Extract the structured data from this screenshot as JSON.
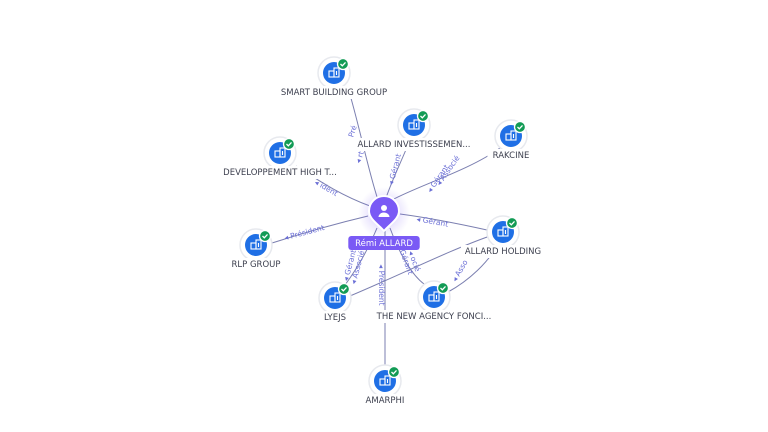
{
  "person": {
    "name": "Rémi ALLARD",
    "icon": "person-icon"
  },
  "colors": {
    "accent": "#7a5af5",
    "company": "#1f6fe5",
    "verified": "#129b55",
    "edge": "#7b7fb0",
    "edge_label": "#6b6fd6"
  },
  "companies": [
    {
      "id": "smart-building-group",
      "name": "SMART BUILDING GROUP",
      "icon": "building-icon",
      "verified": true
    },
    {
      "id": "allard-investissements",
      "name": "ALLARD INVESTISSEMEN...",
      "icon": "building-icon",
      "verified": true
    },
    {
      "id": "rakcine",
      "name": "RAKCINE",
      "icon": "building-icon",
      "verified": true
    },
    {
      "id": "developpement-high-t",
      "name": "DEVELOPPEMENT HIGH T...",
      "icon": "building-icon",
      "verified": true
    },
    {
      "id": "rlp-group",
      "name": "RLP GROUP",
      "icon": "building-icon",
      "verified": true
    },
    {
      "id": "allard-holding",
      "name": "ALLARD HOLDING",
      "icon": "building-icon",
      "verified": true
    },
    {
      "id": "lyejs",
      "name": "LYEJS",
      "icon": "building-icon",
      "verified": true
    },
    {
      "id": "the-new-agency-fonci",
      "name": "THE NEW AGENCY FONCI...",
      "icon": "building-icon",
      "verified": true
    },
    {
      "id": "amarphi",
      "name": "AMARPHI",
      "icon": "building-icon",
      "verified": true
    }
  ],
  "relations": [
    {
      "id": "smart-building-group",
      "labels": [
        "Pré",
        "rt"
      ]
    },
    {
      "id": "allard-investissements",
      "labels": [
        "Gérant"
      ]
    },
    {
      "id": "rakcine",
      "labels": [
        "Gérant",
        "Associé"
      ]
    },
    {
      "id": "developpement-high-t",
      "labels": [
        "ident"
      ]
    },
    {
      "id": "rlp-group",
      "labels": [
        "Président"
      ]
    },
    {
      "id": "allard-holding",
      "labels": [
        "Gérant"
      ]
    },
    {
      "id": "lyejs",
      "labels": [
        "Gérant",
        "Associé"
      ]
    },
    {
      "id": "the-new-agency-fonci",
      "labels": [
        "Gérant",
        "ocié"
      ]
    },
    {
      "id": "amarphi",
      "labels": [
        "Président"
      ]
    },
    {
      "id": "allard-holding-lyejs",
      "labels": []
    },
    {
      "id": "allard-holding-new-agency",
      "labels": [
        "Asso"
      ]
    }
  ]
}
